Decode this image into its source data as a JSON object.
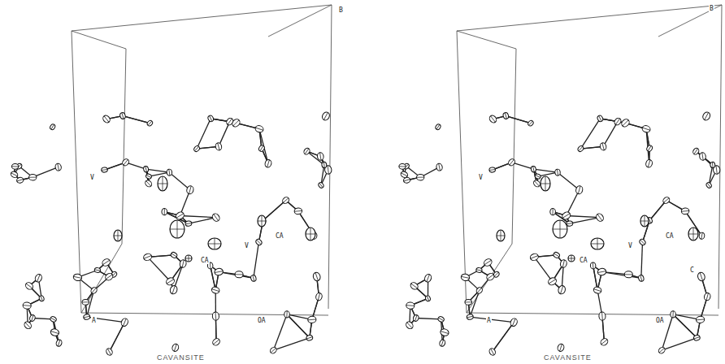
{
  "diagram": {
    "labels": [
      "B",
      "V",
      "CA",
      "CA",
      "V",
      "A",
      "OA",
      "CAVANSITE",
      "B",
      "V",
      "CA",
      "CA",
      "V",
      "C",
      "A",
      "OA",
      "CAVANSITE"
    ]
  }
}
